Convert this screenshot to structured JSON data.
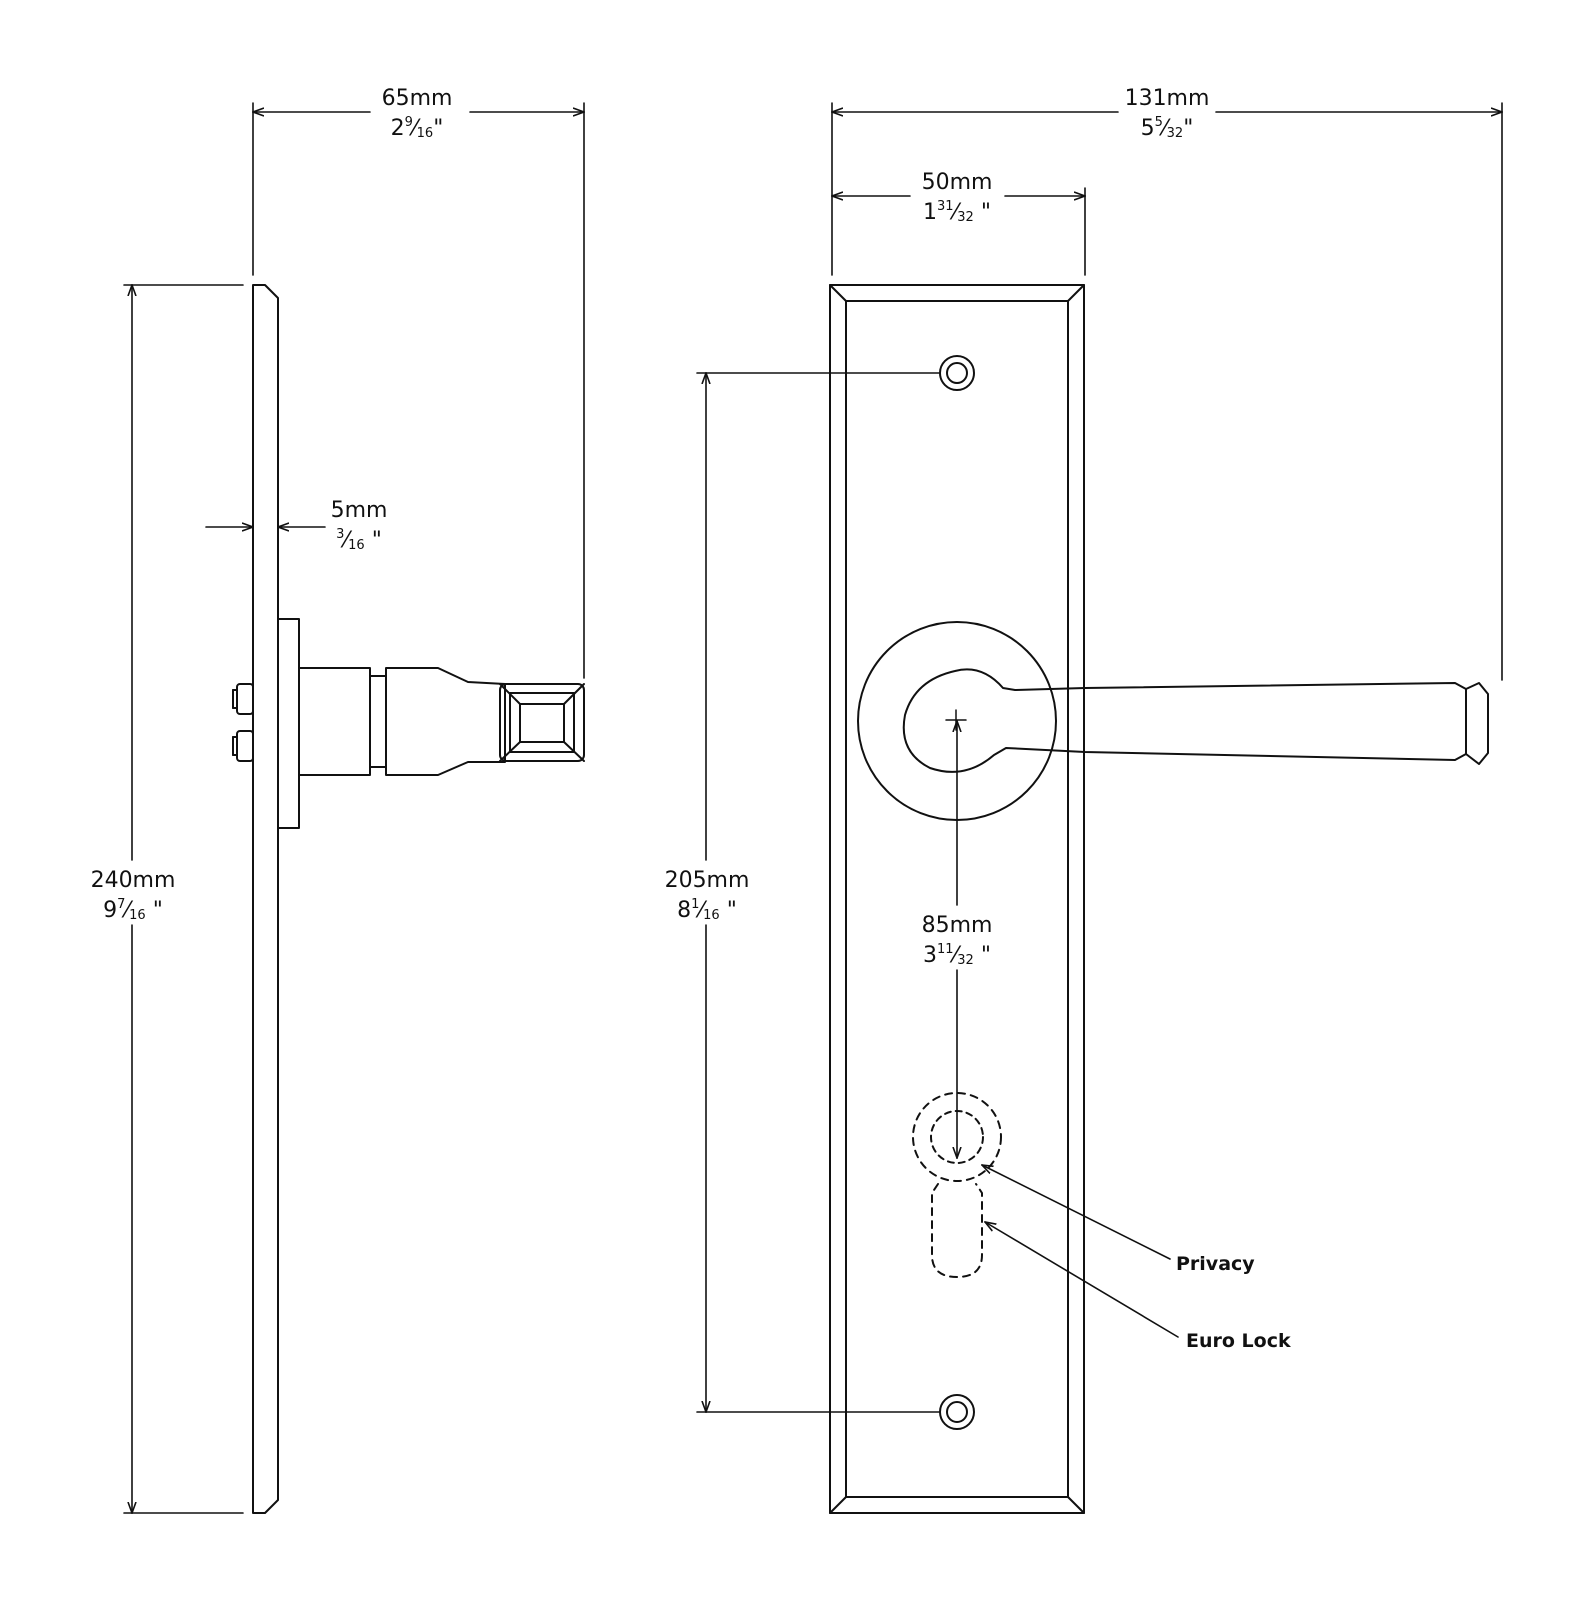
{
  "dimensions": {
    "side_depth": {
      "mm": "65mm",
      "inch_whole": "2",
      "inch_num": "9",
      "inch_den": "16",
      "inch_mark": "\""
    },
    "overall_width": {
      "mm": "131mm",
      "inch_whole": "5",
      "inch_num": "5",
      "inch_den": "32",
      "inch_mark": "\""
    },
    "plate_width": {
      "mm": "50mm",
      "inch_whole": "1",
      "inch_num": "31",
      "inch_den": "32",
      "inch_mark": " \""
    },
    "plate_thickness": {
      "mm": "5mm",
      "inch_whole": "",
      "inch_num": "3",
      "inch_den": "16",
      "inch_mark": " \""
    },
    "plate_height": {
      "mm": "240mm",
      "inch_whole": "9",
      "inch_num": "7",
      "inch_den": "16",
      "inch_mark": " \""
    },
    "fixing_centres": {
      "mm": "205mm",
      "inch_whole": "8",
      "inch_num": "1",
      "inch_den": "16",
      "inch_mark": " \""
    },
    "lever_to_lock": {
      "mm": "85mm",
      "inch_whole": "3",
      "inch_num": "11",
      "inch_den": "32",
      "inch_mark": " \""
    }
  },
  "callouts": {
    "privacy": "Privacy",
    "euro_lock": "Euro Lock"
  },
  "colors": {
    "line": "#111111",
    "background": "#ffffff"
  }
}
